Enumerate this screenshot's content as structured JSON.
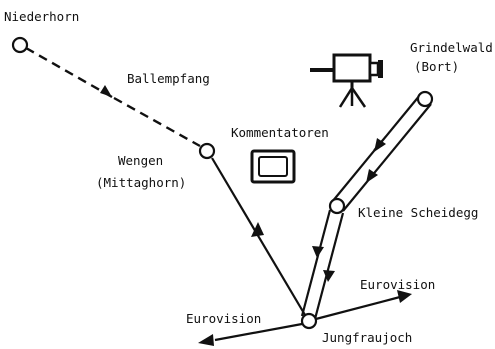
{
  "labels": {
    "niederhorn": "Niederhorn",
    "ballempfang": "Ballempfang",
    "kommentatoren": "Kommentatoren",
    "wengen_line1": "Wengen",
    "wengen_line2": "(Mittaghorn)",
    "grindelwald_line1": "Grindelwald",
    "grindelwald_line2": "(Bort)",
    "kleine_scheidegg": "Kleine Scheidegg",
    "eurovision_left": "Eurovision",
    "eurovision_right": "Eurovision",
    "jungfraujoch": "Jungfraujoch"
  },
  "colors": {
    "ink": "#111111",
    "background": "#ffffff"
  },
  "icons": {
    "camera": "tv-camera-on-tripod-icon",
    "monitor": "tv-monitor-icon"
  },
  "links": [
    {
      "from": "Niederhorn",
      "to": "Wengen (Mittaghorn)",
      "style": "dashed",
      "label": "Ballempfang"
    },
    {
      "from": "Wengen (Mittaghorn)",
      "to": "Jungfraujoch",
      "style": "solid"
    },
    {
      "from": "Grindelwald (Bort)",
      "to": "Kleine Scheidegg",
      "style": "double"
    },
    {
      "from": "Kleine Scheidegg",
      "to": "Jungfraujoch",
      "style": "double"
    },
    {
      "from": "Jungfraujoch",
      "to": "Eurovision",
      "style": "solid"
    },
    {
      "from": "Jungfraujoch",
      "to": "Eurovision",
      "style": "solid"
    }
  ]
}
